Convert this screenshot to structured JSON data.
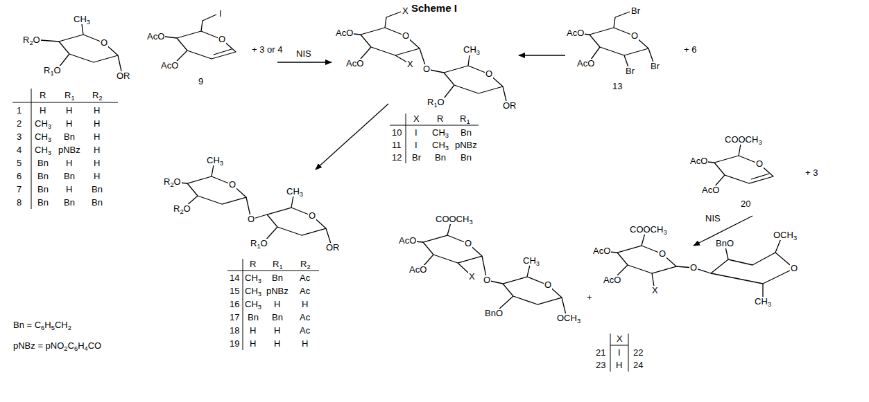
{
  "diagram": {
    "title": "Scheme I",
    "labels": [
      "R2O",
      "CH3",
      "O",
      "R1O",
      "OR",
      "R",
      "R1",
      "R2",
      "1",
      "H",
      "H",
      "H",
      "2",
      "CH3",
      "H",
      "H",
      "3",
      "CH3",
      "Bn",
      "H",
      "4",
      "CH3",
      "pNBz",
      "H",
      "5",
      "Bn",
      "H",
      "H",
      "6",
      "Bn",
      "Bn",
      "H",
      "7",
      "Bn",
      "H",
      "Bn",
      "8",
      "Bn",
      "Bn",
      "Bn",
      "Bn = C6H5CH2",
      "pNBz = pNO2C6H4CO",
      "AcO",
      "I",
      "O",
      "AcO",
      "9",
      "+ 3 or 4",
      "NIS",
      "AcO",
      "X",
      "O",
      "AcO",
      "X",
      "O",
      "CH3",
      "O",
      "R1O",
      "OR",
      "X",
      "R",
      "R1",
      "10",
      "I",
      "CH3",
      "Bn",
      "11",
      "I",
      "CH3",
      "pNBz",
      "12",
      "Br",
      "Bn",
      "Bn",
      "AcO",
      "Br",
      "O",
      "AcO",
      "Br",
      "Br",
      "13",
      "+ 6",
      "R2O",
      "CH3",
      "O",
      "R2O",
      "O",
      "CH3",
      "O",
      "R1O",
      "OR",
      "R",
      "R1",
      "R2",
      "14",
      "CH3",
      "Bn",
      "Ac",
      "15",
      "CH3",
      "pNBz",
      "Ac",
      "16",
      "CH3",
      "H",
      "H",
      "17",
      "Bn",
      "Bn",
      "Ac",
      "18",
      "H",
      "H",
      "Ac",
      "19",
      "H",
      "H",
      "H",
      "COOCH3",
      "O",
      "AcO",
      "AcO",
      "20",
      "+ 3",
      "NIS",
      "AcO",
      "COOCH3",
      "O",
      "AcO",
      "X",
      "O",
      "CH3",
      "O",
      "BnO",
      "OCH3",
      "+",
      "AcO",
      "COOCH3",
      "O",
      "AcO",
      "X",
      "O",
      "BnO",
      "OCH3",
      "O",
      "CH3",
      "X",
      "21",
      "I",
      "22",
      "23",
      "H",
      "24"
    ]
  }
}
